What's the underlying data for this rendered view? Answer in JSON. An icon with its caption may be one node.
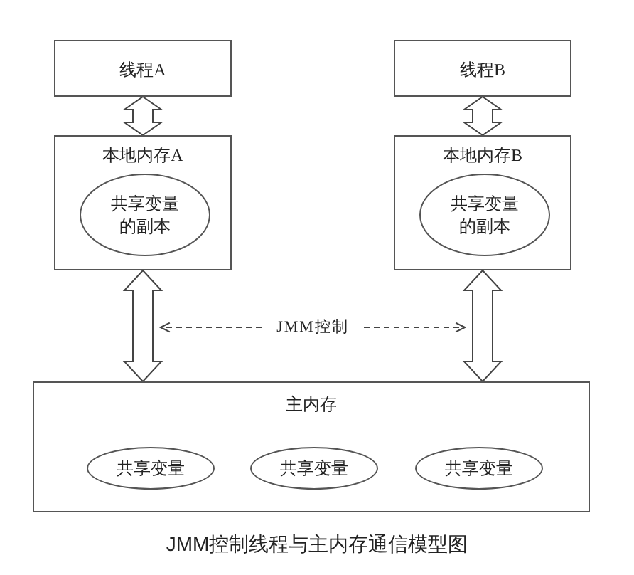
{
  "diagram": {
    "caption": "JMM控制线程与主内存通信模型图",
    "nodes": [
      {
        "text": [
          "线程A"
        ]
      },
      {
        "text": [
          "本地内存A"
        ]
      },
      {
        "text": [
          "共享变量的副本"
        ],
        "in": 1
      },
      {
        "text": [
          "线程B"
        ]
      },
      {
        "text": [
          "本地内存B"
        ]
      },
      {
        "text": [
          "共享变量的副本"
        ],
        "in": 4
      },
      {
        "text": [
          "主内存"
        ]
      },
      {
        "text": [
          "共享变量"
        ],
        "in": 6
      },
      {
        "text": [
          "共享变量"
        ],
        "in": 6
      },
      {
        "text": [
          "共享变量"
        ],
        "in": 6
      },
      {
        "text": [
          "JMM控制"
        ]
      }
    ],
    "edges": [
      {
        "from": 0,
        "to": 1,
        "arrow": "both",
        "style": "thick"
      },
      {
        "from": 1,
        "to": 6,
        "arrow": "both",
        "style": "thick"
      },
      {
        "from": 3,
        "to": 4,
        "arrow": "both",
        "style": "thick"
      },
      {
        "from": 4,
        "to": 6,
        "arrow": "both",
        "style": "thick"
      },
      {
        "from": 10,
        "to": null,
        "arrow": "to",
        "style": "dashed"
      },
      {
        "from": 10,
        "to": null,
        "arrow": "to",
        "style": "dashed"
      }
    ]
  }
}
